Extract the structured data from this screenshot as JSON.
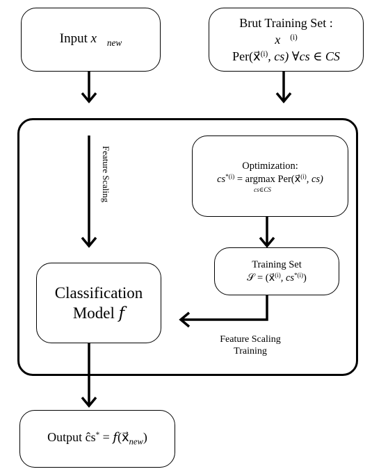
{
  "input_box": {
    "text": "Input x⃗ₙₑw",
    "label": "Input ",
    "var": "x⃗",
    "sub": "new"
  },
  "brut_box": {
    "title": "Brut Training Set :",
    "line2": "x⃗",
    "line2_sup": "(i)",
    "line3_pre": "Per(x⃗",
    "line3_sup": "(i)",
    "line3_post": ", cs) ∀cs ∈ CS"
  },
  "optimization_box": {
    "title": "Optimization:",
    "lhs": "cs",
    "lhs_sup": "*(i)",
    "eq": " = argmax Per(x⃗",
    "eq_sup": "(i)",
    "eq_post": ", cs)",
    "under": "cs∈CS"
  },
  "training_set_box": {
    "title": "Training Set",
    "pre": "𝒮 = (x⃗",
    "sup1": "(i)",
    "mid": ", cs",
    "sup2": "*(i)",
    "post": ")"
  },
  "classification_box": {
    "line1": "Classification",
    "line2": "Model 𝑓"
  },
  "output_box": {
    "pre": "Output ĉs",
    "sup": "*",
    "post": " = 𝑓(x⃗",
    "sub": "new",
    "end": ")"
  },
  "labels": {
    "feature_scaling": "Feature Scaling",
    "feature_scaling_training_1": "Feature Scaling",
    "feature_scaling_training_2": "Training"
  }
}
